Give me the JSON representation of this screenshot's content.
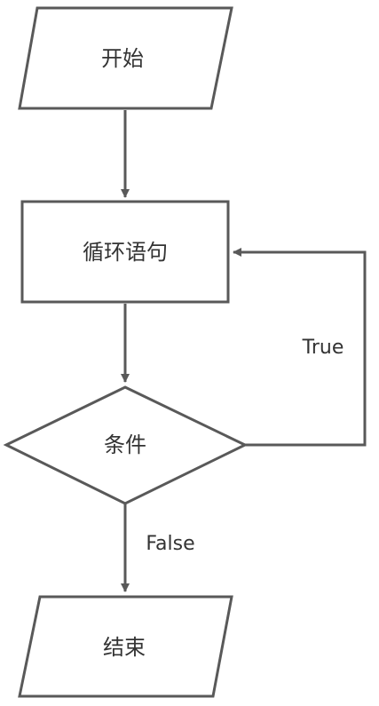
{
  "diagram": {
    "type": "flowchart",
    "nodes": {
      "start": {
        "label": "开始",
        "shape": "parallelogram"
      },
      "loop": {
        "label": "循环语句",
        "shape": "rectangle"
      },
      "condition": {
        "label": "条件",
        "shape": "diamond"
      },
      "end": {
        "label": "结束",
        "shape": "parallelogram"
      }
    },
    "edges": {
      "start_to_loop": {
        "from": "start",
        "to": "loop",
        "label": ""
      },
      "loop_to_condition": {
        "from": "loop",
        "to": "condition",
        "label": ""
      },
      "condition_true": {
        "from": "condition",
        "to": "loop",
        "label": "True"
      },
      "condition_false": {
        "from": "condition",
        "to": "end",
        "label": "False"
      }
    },
    "colors": {
      "stroke": "#595959",
      "text": "#333333",
      "background": "#ffffff"
    }
  }
}
